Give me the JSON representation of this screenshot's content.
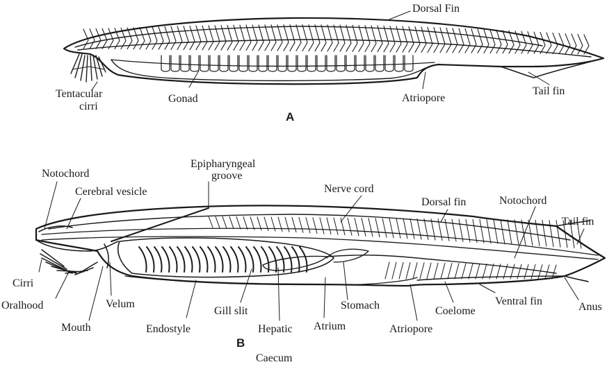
{
  "figure_a": {
    "caption": "A",
    "labels": {
      "dorsal_fin": "Dorsal Fin",
      "tentacular_cirri_1": "Tentacular",
      "tentacular_cirri_2": "cirri",
      "gonad": "Gonad",
      "atriopore": "Atriopore",
      "tail_fin": "Tail fin"
    }
  },
  "figure_b": {
    "caption": "B",
    "labels": {
      "notochord_left": "Notochord",
      "cerebral_vesicle": "Cerebral vesicle",
      "epipharyngeal_1": "Epipharyngeal",
      "epipharyngeal_2": "groove",
      "nerve_cord": "Nerve cord",
      "dorsal_fin": "Dorsal fin",
      "notochord_right": "Notochord",
      "tail_fin": "Tail fin",
      "cirri": "Cirri",
      "oralhood": "Oralhood",
      "velum": "Velum",
      "mouth": "Mouth",
      "endostyle": "Endostyle",
      "gill_slit": "Gill slit",
      "hepatic_1": "Hepatic",
      "hepatic_2": "Caecum",
      "atrium": "Atrium",
      "stomach": "Stomach",
      "atriopore": "Atriopore",
      "coelome": "Coelome",
      "ventral_fin": "Ventral fin",
      "anus": "Anus"
    }
  }
}
